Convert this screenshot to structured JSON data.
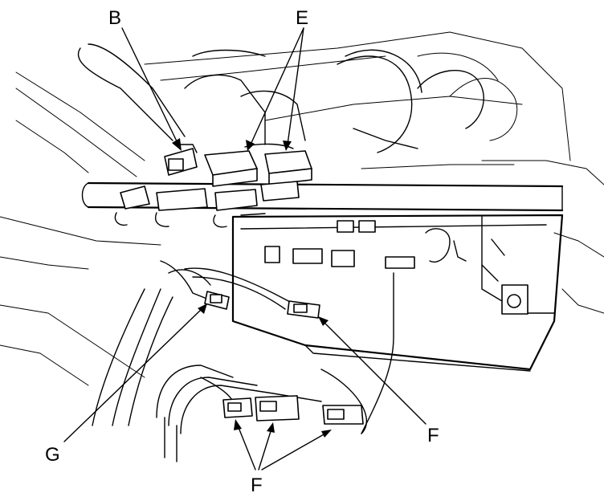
{
  "figure": {
    "labels": {
      "b": "B",
      "e": "E",
      "f_right": "F",
      "f_bottom": "F",
      "g": "G"
    }
  }
}
